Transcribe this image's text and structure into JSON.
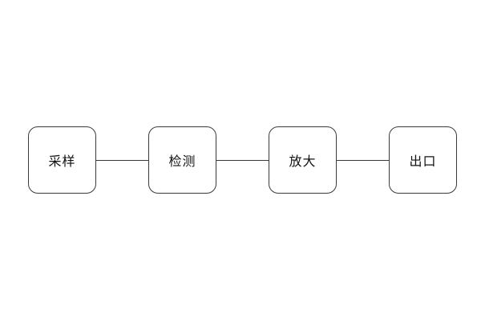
{
  "diagram": {
    "line_color": "#3a3a3a",
    "background_color": "#ffffff",
    "nodes": [
      {
        "label": "采样"
      },
      {
        "label": "检测"
      },
      {
        "label": "放大"
      },
      {
        "label": "出口"
      }
    ],
    "connections": [
      {
        "from": 0,
        "to": 1
      },
      {
        "from": 1,
        "to": 2
      },
      {
        "from": 2,
        "to": 3
      }
    ]
  }
}
